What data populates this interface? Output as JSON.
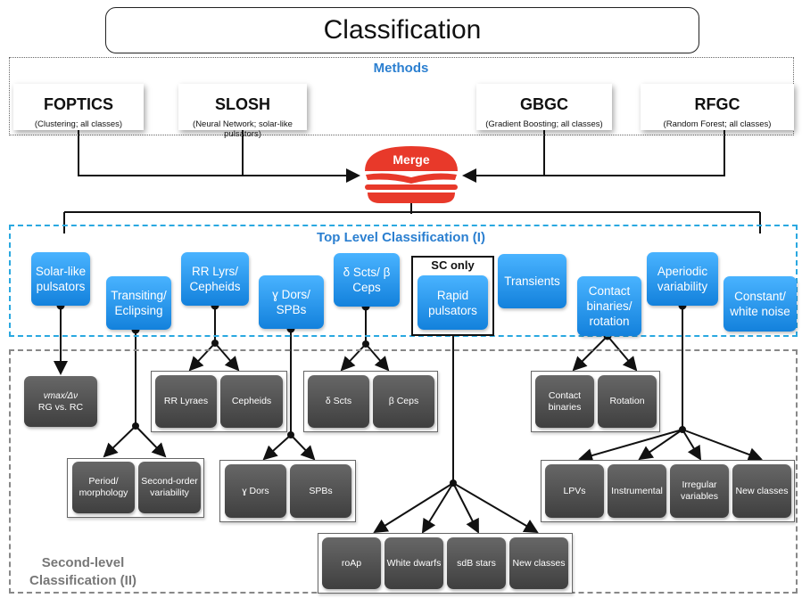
{
  "title": "Classification",
  "methods": {
    "label": "Methods",
    "items": [
      {
        "name": "FOPTICS",
        "desc": "(Clustering; all classes)"
      },
      {
        "name": "SLOSH",
        "desc": "(Neural Network; solar-like pulsators)"
      },
      {
        "name": "GBGC",
        "desc": "(Gradient Boosting; all classes)"
      },
      {
        "name": "RFGC",
        "desc": "(Random Forest; all classes)"
      }
    ]
  },
  "merge": {
    "label": "Merge",
    "icon": "burger-icon"
  },
  "top_level": {
    "label": "Top Level Classification (I)",
    "sc_only": "SC only",
    "classes": {
      "solar": "Solar-like pulsators",
      "transit": "Transiting/ Eclipsing",
      "rr": "RR Lyrs/ Cepheids",
      "gdor": "ɣ Dors/ SPBs",
      "dsct": "δ Scts/ β Ceps",
      "rapid": "Rapid pulsators",
      "transients": "Transients",
      "contact": "Contact binaries/ rotation",
      "aper": "Aperiodic variability",
      "const": "Constant/ white noise"
    }
  },
  "second_level": {
    "label": "Second-level Classification (II)",
    "numax": {
      "top": "νmax/Δν",
      "bottom": "RG vs. RC"
    },
    "items": {
      "period": "Period/ morphology",
      "secorder": "Second-order variability",
      "rrlyrae": "RR Lyraes",
      "cepheids": "Cepheids",
      "gdors": "ɣ Dors",
      "spbs": "SPBs",
      "dscts": "δ Scts",
      "bceps": "β Ceps",
      "roap": "roAp",
      "wd": "White dwarfs",
      "sdb": "sdB stars",
      "new1": "New classes",
      "cbin": "Contact binaries",
      "rotation": "Rotation",
      "lpv": "LPVs",
      "instr": "Instrumental",
      "irreg": "Irregular variables",
      "new2": "New classes"
    }
  },
  "colors": {
    "accent": "#2b7fd0",
    "blue_box": "#1f8fe8",
    "gray_box": "#555555",
    "merge": "#e8392a"
  }
}
